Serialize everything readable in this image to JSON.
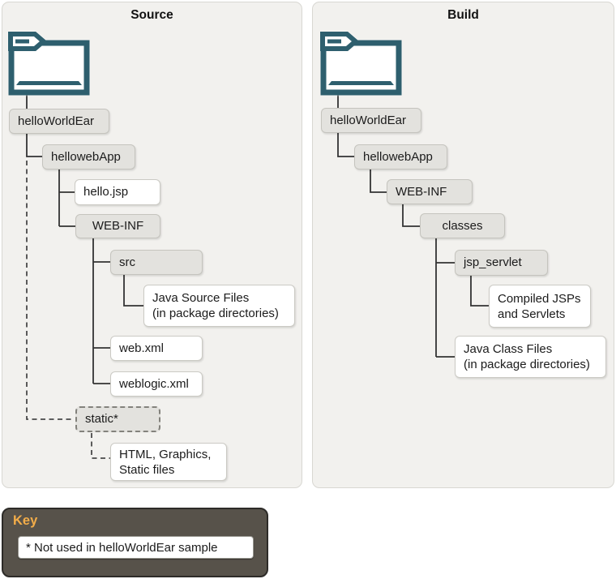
{
  "colors": {
    "folder_teal": "#2e5f6e",
    "panel_background": "#f2f1ee",
    "directory_box_fill": "#e3e2de",
    "file_box_fill": "#ffffff",
    "connector_line": "#333333",
    "key_background": "#57524a",
    "key_title_orange": "#f3ad49"
  },
  "source_panel": {
    "title": "Source",
    "nodes": [
      {
        "label": "helloWorldEar"
      },
      {
        "label": "hellowebApp"
      },
      {
        "label": "hello.jsp"
      },
      {
        "label": "WEB-INF"
      },
      {
        "label": "src"
      },
      {
        "label": "Java Source Files\n(in package directories)"
      },
      {
        "label": "web.xml"
      },
      {
        "label": "weblogic.xml"
      },
      {
        "label": "static*"
      },
      {
        "label": "HTML, Graphics,\nStatic files"
      }
    ]
  },
  "build_panel": {
    "title": "Build",
    "nodes": [
      {
        "label": "helloWorldEar"
      },
      {
        "label": "hellowebApp"
      },
      {
        "label": "WEB-INF"
      },
      {
        "label": "classes"
      },
      {
        "label": "jsp_servlet"
      },
      {
        "label": "Compiled JSPs\nand Servlets"
      },
      {
        "label": "Java Class Files\n(in package directories)"
      }
    ]
  },
  "key": {
    "title": "Key",
    "note": "* Not used in helloWorldEar sample"
  }
}
